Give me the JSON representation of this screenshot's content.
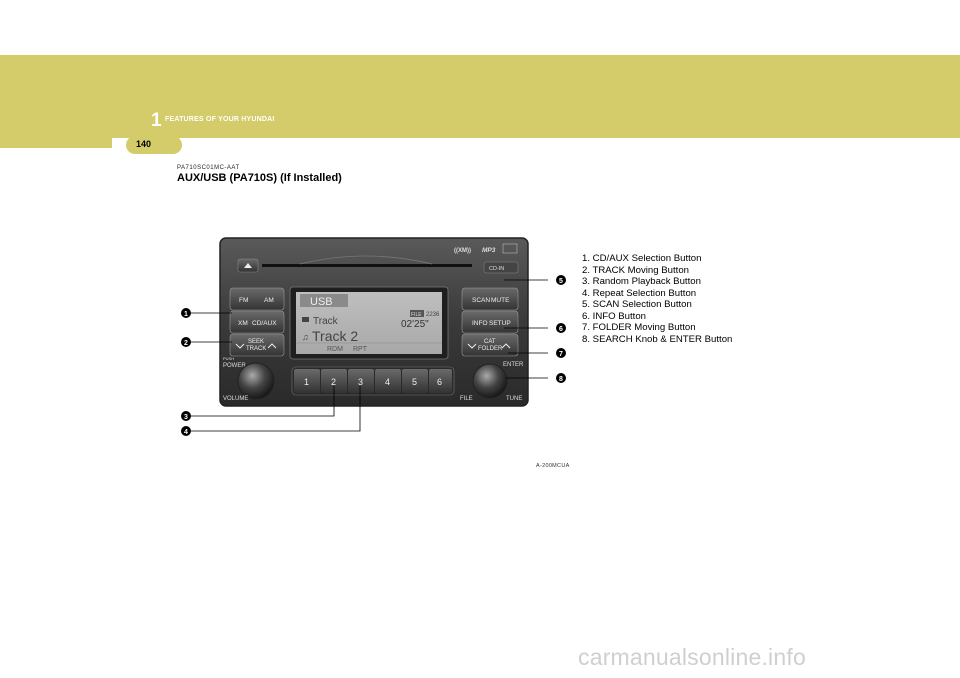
{
  "header": {
    "chapter_number": "1",
    "chapter_title": "FEATURES OF YOUR HYUNDAI",
    "page_number": "140"
  },
  "section": {
    "code": "PA710SC01MC-AAT",
    "title": "AUX/USB (PA710S) (If Installed)"
  },
  "figure": {
    "code": "A-200MCUA",
    "radio": {
      "buttons_left": [
        {
          "labels": [
            "FM",
            "AM"
          ]
        },
        {
          "labels": [
            "XM",
            "CD/AUX"
          ]
        },
        {
          "labels": [
            "SEEK",
            "TRACK"
          ]
        }
      ],
      "buttons_right": [
        {
          "labels": [
            "SCAN",
            "MUTE"
          ]
        },
        {
          "labels": [
            "INFO",
            "SETUP"
          ]
        },
        {
          "labels": [
            "CAT",
            "FOLDER"
          ]
        }
      ],
      "cd_in_label": "CD-IN",
      "knob_left_top": "POWER",
      "knob_left_top_small": "PUSH",
      "knob_left_bottom": "VOLUME",
      "knob_right_top": "ENTER",
      "knob_right_bottom_left": "FILE",
      "knob_right_bottom_right": "TUNE",
      "presets": [
        "1",
        "2",
        "3",
        "4",
        "5",
        "6"
      ],
      "display": {
        "source": "USB",
        "line1": "Track",
        "file_badge": "FILE",
        "file_number": "2236",
        "time": "02'25\"",
        "line2": "Track 2",
        "rdm": "RDM",
        "rpt": "RPT"
      },
      "logo_mp3": "MP3",
      "logo_xm": "((XM))"
    },
    "callouts": [
      "1",
      "2",
      "3",
      "4",
      "5",
      "6",
      "7",
      "8"
    ]
  },
  "legend": [
    "1. CD/AUX Selection Button",
    "2. TRACK Moving Button",
    "3. Random Playback Button",
    "4. Repeat Selection Button",
    "5. SCAN Selection Button",
    "6. INFO Button",
    "7. FOLDER Moving Button",
    "8. SEARCH Knob & ENTER Button"
  ],
  "watermark": "carmanualsonline.info"
}
